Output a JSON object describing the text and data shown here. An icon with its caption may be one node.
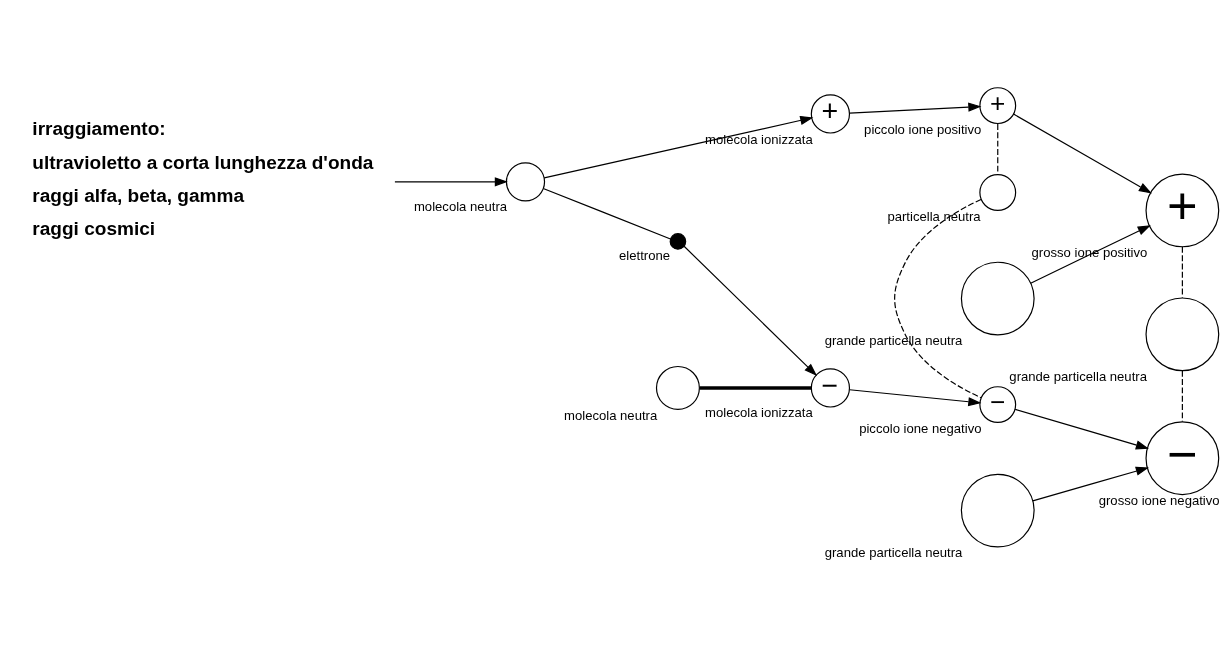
{
  "diagram": {
    "nodes": [
      {
        "text": [
          "irraggiamento:",
          "ultravioletto a corta lunghezza d'onda",
          "raggi alfa, beta, gamma",
          "raggi cosmici"
        ]
      },
      {
        "text": [],
        "shape": "circle",
        "beside": [
          "molecola neutra"
        ]
      },
      {
        "text": [
          "+"
        ],
        "beside": [
          "molecola ionizzata"
        ]
      },
      {
        "text": [],
        "shape": "circle",
        "beside": [
          "elettrone"
        ]
      },
      {
        "text": [
          "−"
        ],
        "beside": [
          "molecola ionizzata"
        ]
      },
      {
        "text": [],
        "shape": "circle",
        "beside": [
          "molecola neutra"
        ]
      },
      {
        "text": [
          "+"
        ],
        "beside": [
          "piccolo ione positivo"
        ]
      },
      {
        "text": [],
        "shape": "circle",
        "beside": [
          "particella neutra"
        ]
      },
      {
        "text": [
          "−"
        ],
        "beside": [
          "piccolo ione negativo"
        ]
      },
      {
        "text": [],
        "shape": "circle",
        "beside": [
          "grande particella neutra"
        ]
      },
      {
        "text": [
          "+"
        ],
        "beside": [
          "grosso ione positivo"
        ]
      },
      {
        "text": [],
        "shape": "circle",
        "beside": [
          "grande particella neutra"
        ]
      },
      {
        "text": [
          "−"
        ],
        "beside": [
          "grosso ione negativo"
        ]
      },
      {
        "text": [],
        "shape": "circle",
        "beside": [
          "grande particella neutra"
        ]
      }
    ],
    "edges": [
      {
        "from": 0,
        "to": 1,
        "arrow": "to"
      },
      {
        "from": 1,
        "to": 2,
        "arrow": "to"
      },
      {
        "from": 1,
        "to": 3,
        "arrow": "none"
      },
      {
        "from": 3,
        "to": 4,
        "arrow": "to"
      },
      {
        "from": 5,
        "to": 4,
        "arrow": "none",
        "style": "thick"
      },
      {
        "from": 2,
        "to": 6,
        "arrow": "to"
      },
      {
        "from": 4,
        "to": 8,
        "arrow": "to"
      },
      {
        "from": 6,
        "to": 7,
        "arrow": "none",
        "style": "dashed"
      },
      {
        "from": 7,
        "to": 8,
        "arrow": "none",
        "style": "dashed"
      },
      {
        "from": 6,
        "to": 10,
        "arrow": "to"
      },
      {
        "from": 9,
        "to": 10,
        "arrow": "to"
      },
      {
        "from": 8,
        "to": 12,
        "arrow": "to"
      },
      {
        "from": 13,
        "to": 12,
        "arrow": "to"
      },
      {
        "from": 10,
        "to": 11,
        "arrow": "none",
        "style": "dashed"
      },
      {
        "from": 11,
        "to": 12,
        "arrow": "none",
        "style": "dashed"
      }
    ]
  }
}
